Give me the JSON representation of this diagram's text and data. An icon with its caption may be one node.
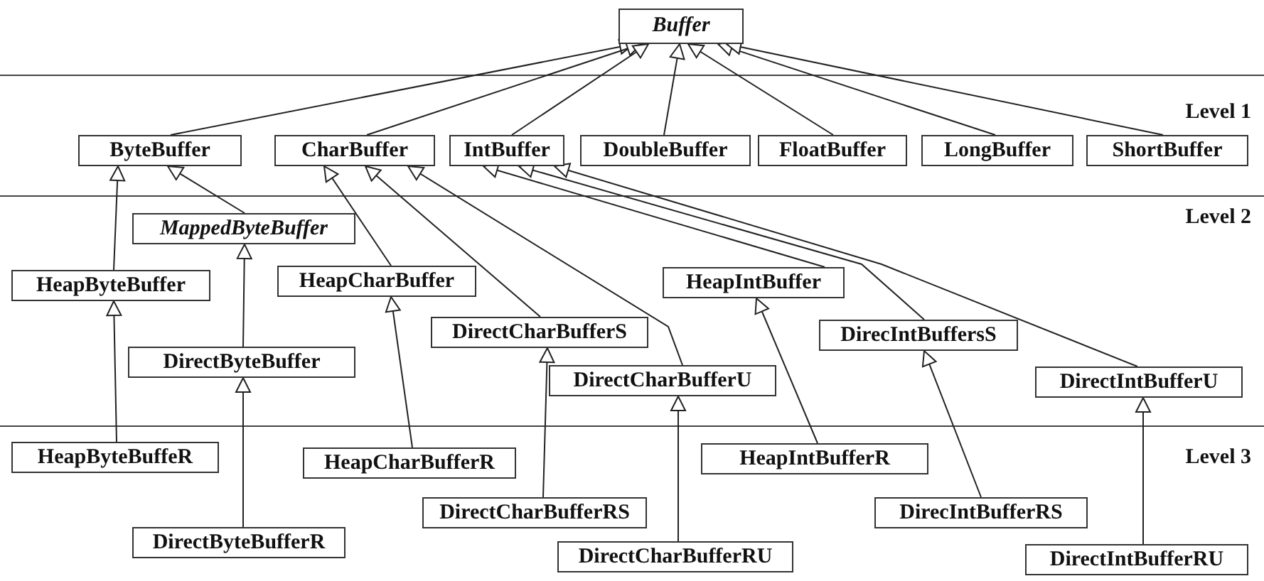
{
  "diagram": {
    "nodes": [
      {
        "text": [
          "Buffer"
        ]
      },
      {
        "text": [
          "ByteBuffer"
        ]
      },
      {
        "text": [
          "CharBuffer"
        ]
      },
      {
        "text": [
          "IntBuffer"
        ]
      },
      {
        "text": [
          "DoubleBuffer"
        ]
      },
      {
        "text": [
          "FloatBuffer"
        ]
      },
      {
        "text": [
          "LongBuffer"
        ]
      },
      {
        "text": [
          "ShortBuffer"
        ]
      },
      {
        "text": [
          "MappedByteBuffer"
        ]
      },
      {
        "text": [
          "HeapByteBuffer"
        ]
      },
      {
        "text": [
          "HeapCharBuffer"
        ]
      },
      {
        "text": [
          "HeapIntBuffer"
        ]
      },
      {
        "text": [
          "DirectCharBufferS"
        ]
      },
      {
        "text": [
          "DirecIntBuffersS"
        ]
      },
      {
        "text": [
          "DirectByteBuffer"
        ]
      },
      {
        "text": [
          "DirectCharBufferU"
        ]
      },
      {
        "text": [
          "DirectIntBufferU"
        ]
      },
      {
        "text": [
          "HeapByteBuffeR"
        ]
      },
      {
        "text": [
          "HeapCharBufferR"
        ]
      },
      {
        "text": [
          "HeapIntBufferR"
        ]
      },
      {
        "text": [
          "DirectCharBufferRS"
        ]
      },
      {
        "text": [
          "DirecIntBufferRS"
        ]
      },
      {
        "text": [
          "DirectByteBufferR"
        ]
      },
      {
        "text": [
          "DirectCharBufferRU"
        ]
      },
      {
        "text": [
          "DirectIntBufferRU"
        ]
      }
    ],
    "edges": [
      {
        "from": 1,
        "to": 0,
        "arrow": "to"
      },
      {
        "from": 2,
        "to": 0,
        "arrow": "to"
      },
      {
        "from": 3,
        "to": 0,
        "arrow": "to"
      },
      {
        "from": 4,
        "to": 0,
        "arrow": "to"
      },
      {
        "from": 5,
        "to": 0,
        "arrow": "to"
      },
      {
        "from": 6,
        "to": 0,
        "arrow": "to"
      },
      {
        "from": 7,
        "to": 0,
        "arrow": "to"
      },
      {
        "from": 8,
        "to": 1,
        "arrow": "to"
      },
      {
        "from": 9,
        "to": 1,
        "arrow": "to"
      },
      {
        "from": 10,
        "to": 2,
        "arrow": "to"
      },
      {
        "from": 12,
        "to": 2,
        "arrow": "to"
      },
      {
        "from": 15,
        "to": 2,
        "arrow": "to"
      },
      {
        "from": 11,
        "to": 3,
        "arrow": "to"
      },
      {
        "from": 13,
        "to": 3,
        "arrow": "to"
      },
      {
        "from": 16,
        "to": 3,
        "arrow": "to"
      },
      {
        "from": 17,
        "to": 9,
        "arrow": "to"
      },
      {
        "from": 22,
        "to": 14,
        "arrow": "to"
      },
      {
        "from": 18,
        "to": 10,
        "arrow": "to"
      },
      {
        "from": 20,
        "to": 12,
        "arrow": "to"
      },
      {
        "from": 23,
        "to": 15,
        "arrow": "to"
      },
      {
        "from": 19,
        "to": 11,
        "arrow": "to"
      },
      {
        "from": 21,
        "to": 13,
        "arrow": "to"
      },
      {
        "from": 24,
        "to": 16,
        "arrow": "to"
      },
      {
        "from": 14,
        "to": 8,
        "arrow": "to"
      }
    ],
    "labels": [
      "Level 1",
      "Level 2",
      "Level 3"
    ]
  }
}
